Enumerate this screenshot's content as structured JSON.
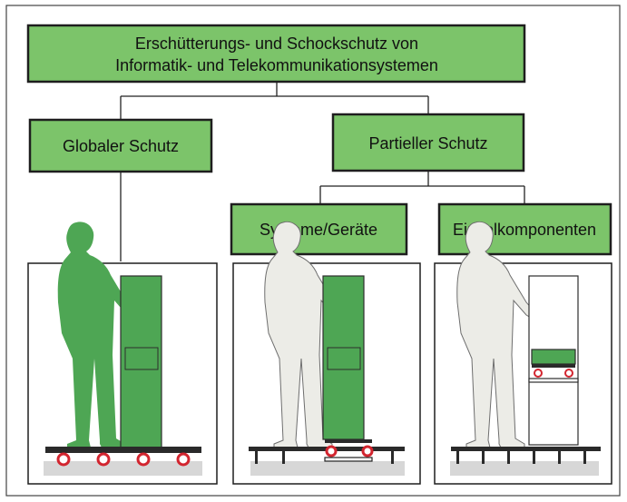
{
  "diagram": {
    "root": {
      "line1": "Erschütterungs- und Schockschutz von",
      "line2": "Informatik- und Telekommunikationsystemen"
    },
    "nodes": {
      "global": "Globaler Schutz",
      "partial": "Partieller Schutz",
      "systems": "Systeme/Geräte",
      "components": "Einzelkomponenten"
    }
  },
  "colors": {
    "box_fill": "#7cc46a",
    "border": "#1e1e1e",
    "accent_green": "#4ea654",
    "wheel_red": "#d2252f",
    "floor_shade": "#d7d7d7"
  }
}
